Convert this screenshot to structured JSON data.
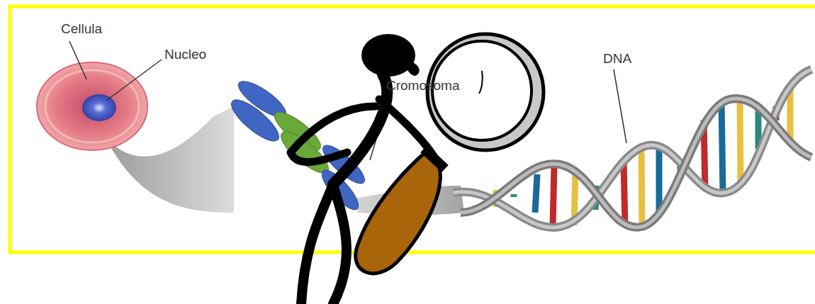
{
  "diagram": {
    "labels": [
      "Cellula",
      "Nucleo",
      "Cromosoma",
      "DNA"
    ]
  }
}
